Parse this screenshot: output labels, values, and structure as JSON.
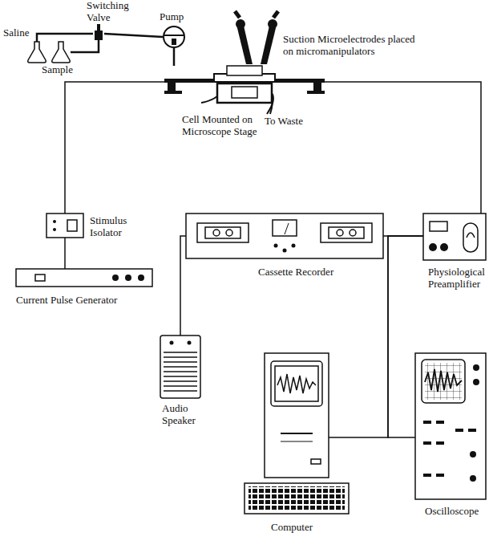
{
  "diagram": {
    "nodes": [
      {
        "text": [
          "Saline"
        ]
      },
      {
        "text": [
          "Sample"
        ]
      },
      {
        "text": [
          "Switching Valve"
        ]
      },
      {
        "text": [
          "Pump"
        ]
      },
      {
        "text": [
          "Suction Microelectrodes placed on micromanipulators"
        ]
      },
      {
        "text": [
          "Cell Mounted on Microscope Stage"
        ]
      },
      {
        "text": [
          "Stimulus Isolator"
        ]
      },
      {
        "text": [
          "Current Pulse Generator"
        ]
      },
      {
        "text": [
          "Cassette Recorder"
        ]
      },
      {
        "text": [
          "Physiological Preamplifier"
        ]
      },
      {
        "text": [
          "Audio Speaker"
        ]
      },
      {
        "text": [
          "Computer"
        ]
      },
      {
        "text": [
          "Oscilloscope"
        ]
      }
    ],
    "edges": [
      {
        "from": 0,
        "to": 2,
        "arrow": "none"
      },
      {
        "from": 1,
        "to": 2,
        "arrow": "none"
      },
      {
        "from": 2,
        "to": 3,
        "arrow": "none"
      },
      {
        "from": 3,
        "to": 5,
        "arrow": "none"
      },
      {
        "from": 5,
        "to": 6,
        "arrow": "none"
      },
      {
        "from": 6,
        "to": 7,
        "arrow": "none"
      },
      {
        "from": 5,
        "to": 9,
        "arrow": "none"
      },
      {
        "from": 8,
        "to": 9,
        "arrow": "none"
      },
      {
        "from": 8,
        "to": 10,
        "arrow": "none"
      },
      {
        "from": 9,
        "to": 11,
        "arrow": "none"
      },
      {
        "from": 9,
        "to": 12,
        "arrow": "none"
      }
    ],
    "labels": [
      "To Waste"
    ]
  }
}
